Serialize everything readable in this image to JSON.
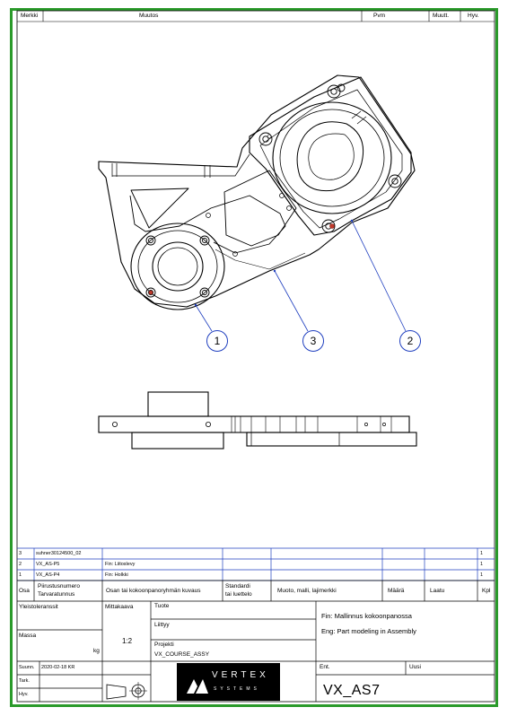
{
  "revision_header": {
    "mark": "Merkki",
    "change": "Muutos",
    "date": "Pvm",
    "changed_by": "Muutt.",
    "approved": "Hyv."
  },
  "balloons": [
    "1",
    "3",
    "2"
  ],
  "parts_list": {
    "rows": [
      {
        "pos": "3",
        "id": "suhner30124500_02",
        "desc": "",
        "qty": "1"
      },
      {
        "pos": "2",
        "id": "VX_AS-P5",
        "desc": "Fin: Liitoslevy",
        "qty": "1"
      },
      {
        "pos": "1",
        "id": "VX_AS-P4",
        "desc": "Fin: Holkki",
        "qty": "1"
      }
    ],
    "header": {
      "pos": "Osa",
      "id_line1": "Piirustusnumero",
      "id_line2": "Tarvaratunnus",
      "desc": "Osan tai kokoonpanoryhmän kuvaus",
      "std_line1": "Standardi",
      "std_line2": "tai luettelo",
      "material": "Muoto, malli, lajimerkki",
      "amount": "Määrä",
      "quality": "Laatu",
      "qty": "Kpl"
    }
  },
  "title_block": {
    "tolerances": "Yleistoleranssit",
    "scale_label": "Mittakaava",
    "scale_value": "1:2",
    "product_label": "Tuote",
    "attachment_label": "Liittyy",
    "project_label": "Projekti",
    "project_value": "VX_COURSE_ASSY",
    "mass_label": "Massa",
    "mass_unit": "kg",
    "designed_label": "Suunn.",
    "designed_value": "2020-02-18 KR",
    "checked_label": "Tark.",
    "approved_label": "Hyv.",
    "description_fin": "Fin: Mallinnus kokoonpanossa",
    "description_eng": "Eng: Part modeling in Assembly",
    "previous_label": "Ent.",
    "new_label": "Uusi",
    "drawing_number": "VX_AS7",
    "logo_text": "VERTEX",
    "logo_sub": "SYSTEMS"
  }
}
